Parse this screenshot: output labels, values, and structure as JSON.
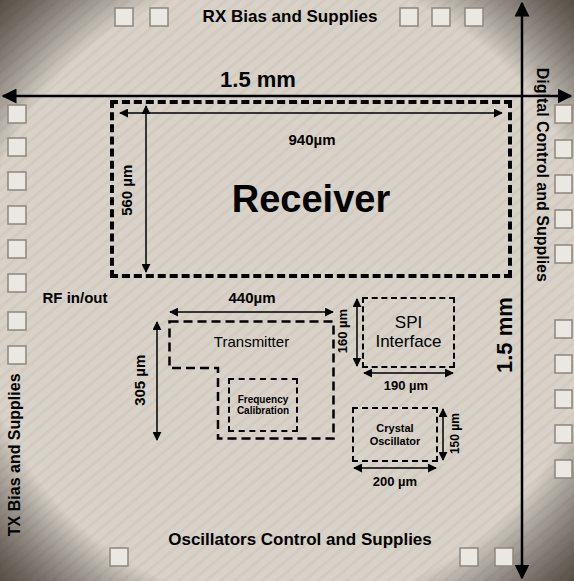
{
  "diagram": {
    "nodes": [
      {
        "text": [
          "Receiver"
        ]
      },
      {
        "text": [
          "Transmitter"
        ]
      },
      {
        "text": [
          "Frequency Calibration"
        ],
        "in": 1
      },
      {
        "text": [
          "SPI Interface"
        ]
      },
      {
        "text": [
          "Crystal Oscillator"
        ]
      }
    ],
    "labels": [
      "RX Bias and Supplies",
      "1.5 mm",
      "1.5 mm",
      "940µm",
      "560 µm",
      "RF in/out",
      "440µm",
      "305 µm",
      "160 µm",
      "190 µm",
      "150 µm",
      "200 µm",
      "TX Bias and Supplies",
      "Digital Control and Supplies",
      "Oscillators Control and Supplies"
    ]
  }
}
